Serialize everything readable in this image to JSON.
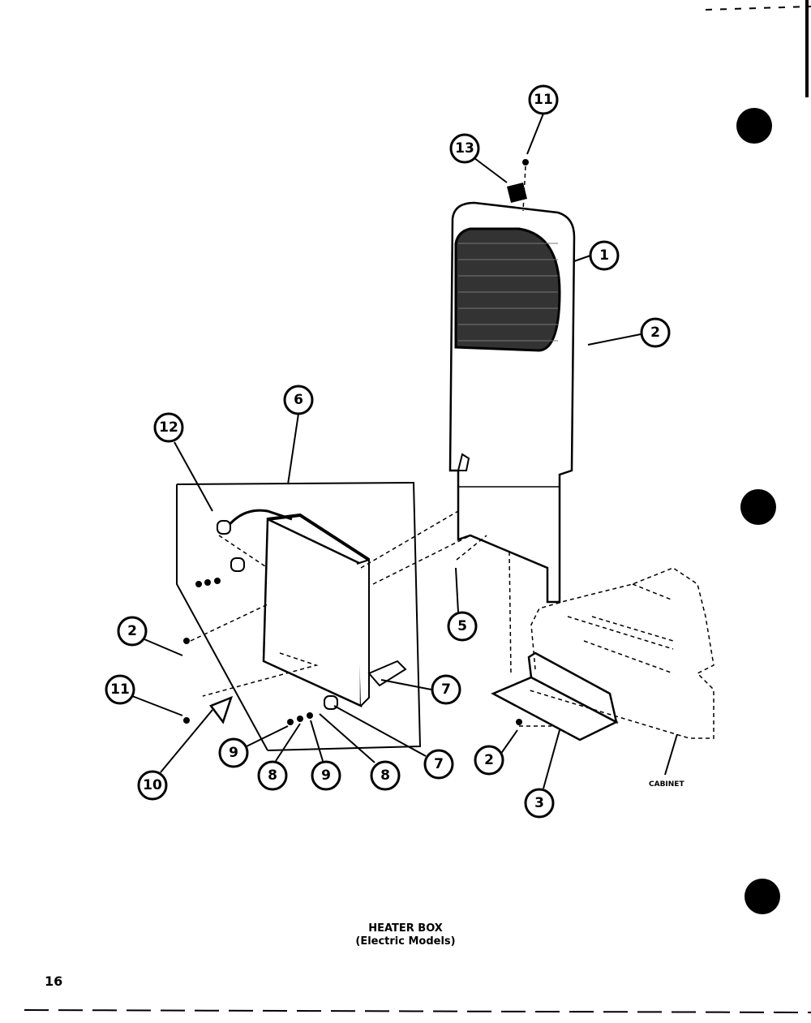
{
  "diagram": {
    "title": "HEATER BOX",
    "subtitle": "(Electric Models)",
    "cabinet_label": "CABINET",
    "page_number": "16",
    "callouts": [
      "11",
      "13",
      "1",
      "2",
      "6",
      "12",
      "5",
      "2",
      "7",
      "11",
      "9",
      "8",
      "9",
      "8",
      "7",
      "2",
      "3",
      "10"
    ]
  }
}
